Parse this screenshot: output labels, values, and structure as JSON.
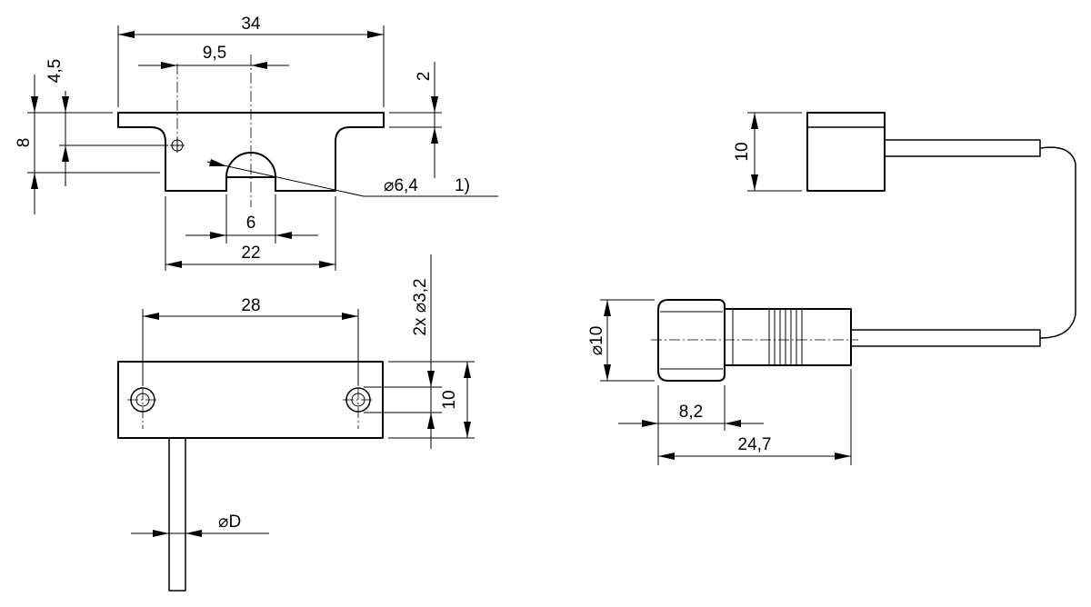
{
  "dimensions": {
    "overall_width": "34",
    "hole_offset": "9,5",
    "tab_height": "4,5",
    "flange_thickness": "2",
    "total_height": "8",
    "slot_diameter": "6,4",
    "footnote_ref": "1)",
    "slot_width": "6",
    "body_width": "22",
    "hole_spacing": "28",
    "hole_spec": "2x",
    "hole_diameter": "3,2",
    "block_height": "10",
    "cable_diameter": "D",
    "sensor_height": "10",
    "connector_diameter": "10",
    "connector_shoulder": "8,2",
    "connector_length": "24,7"
  },
  "symbols": {
    "diameter": "⌀"
  }
}
